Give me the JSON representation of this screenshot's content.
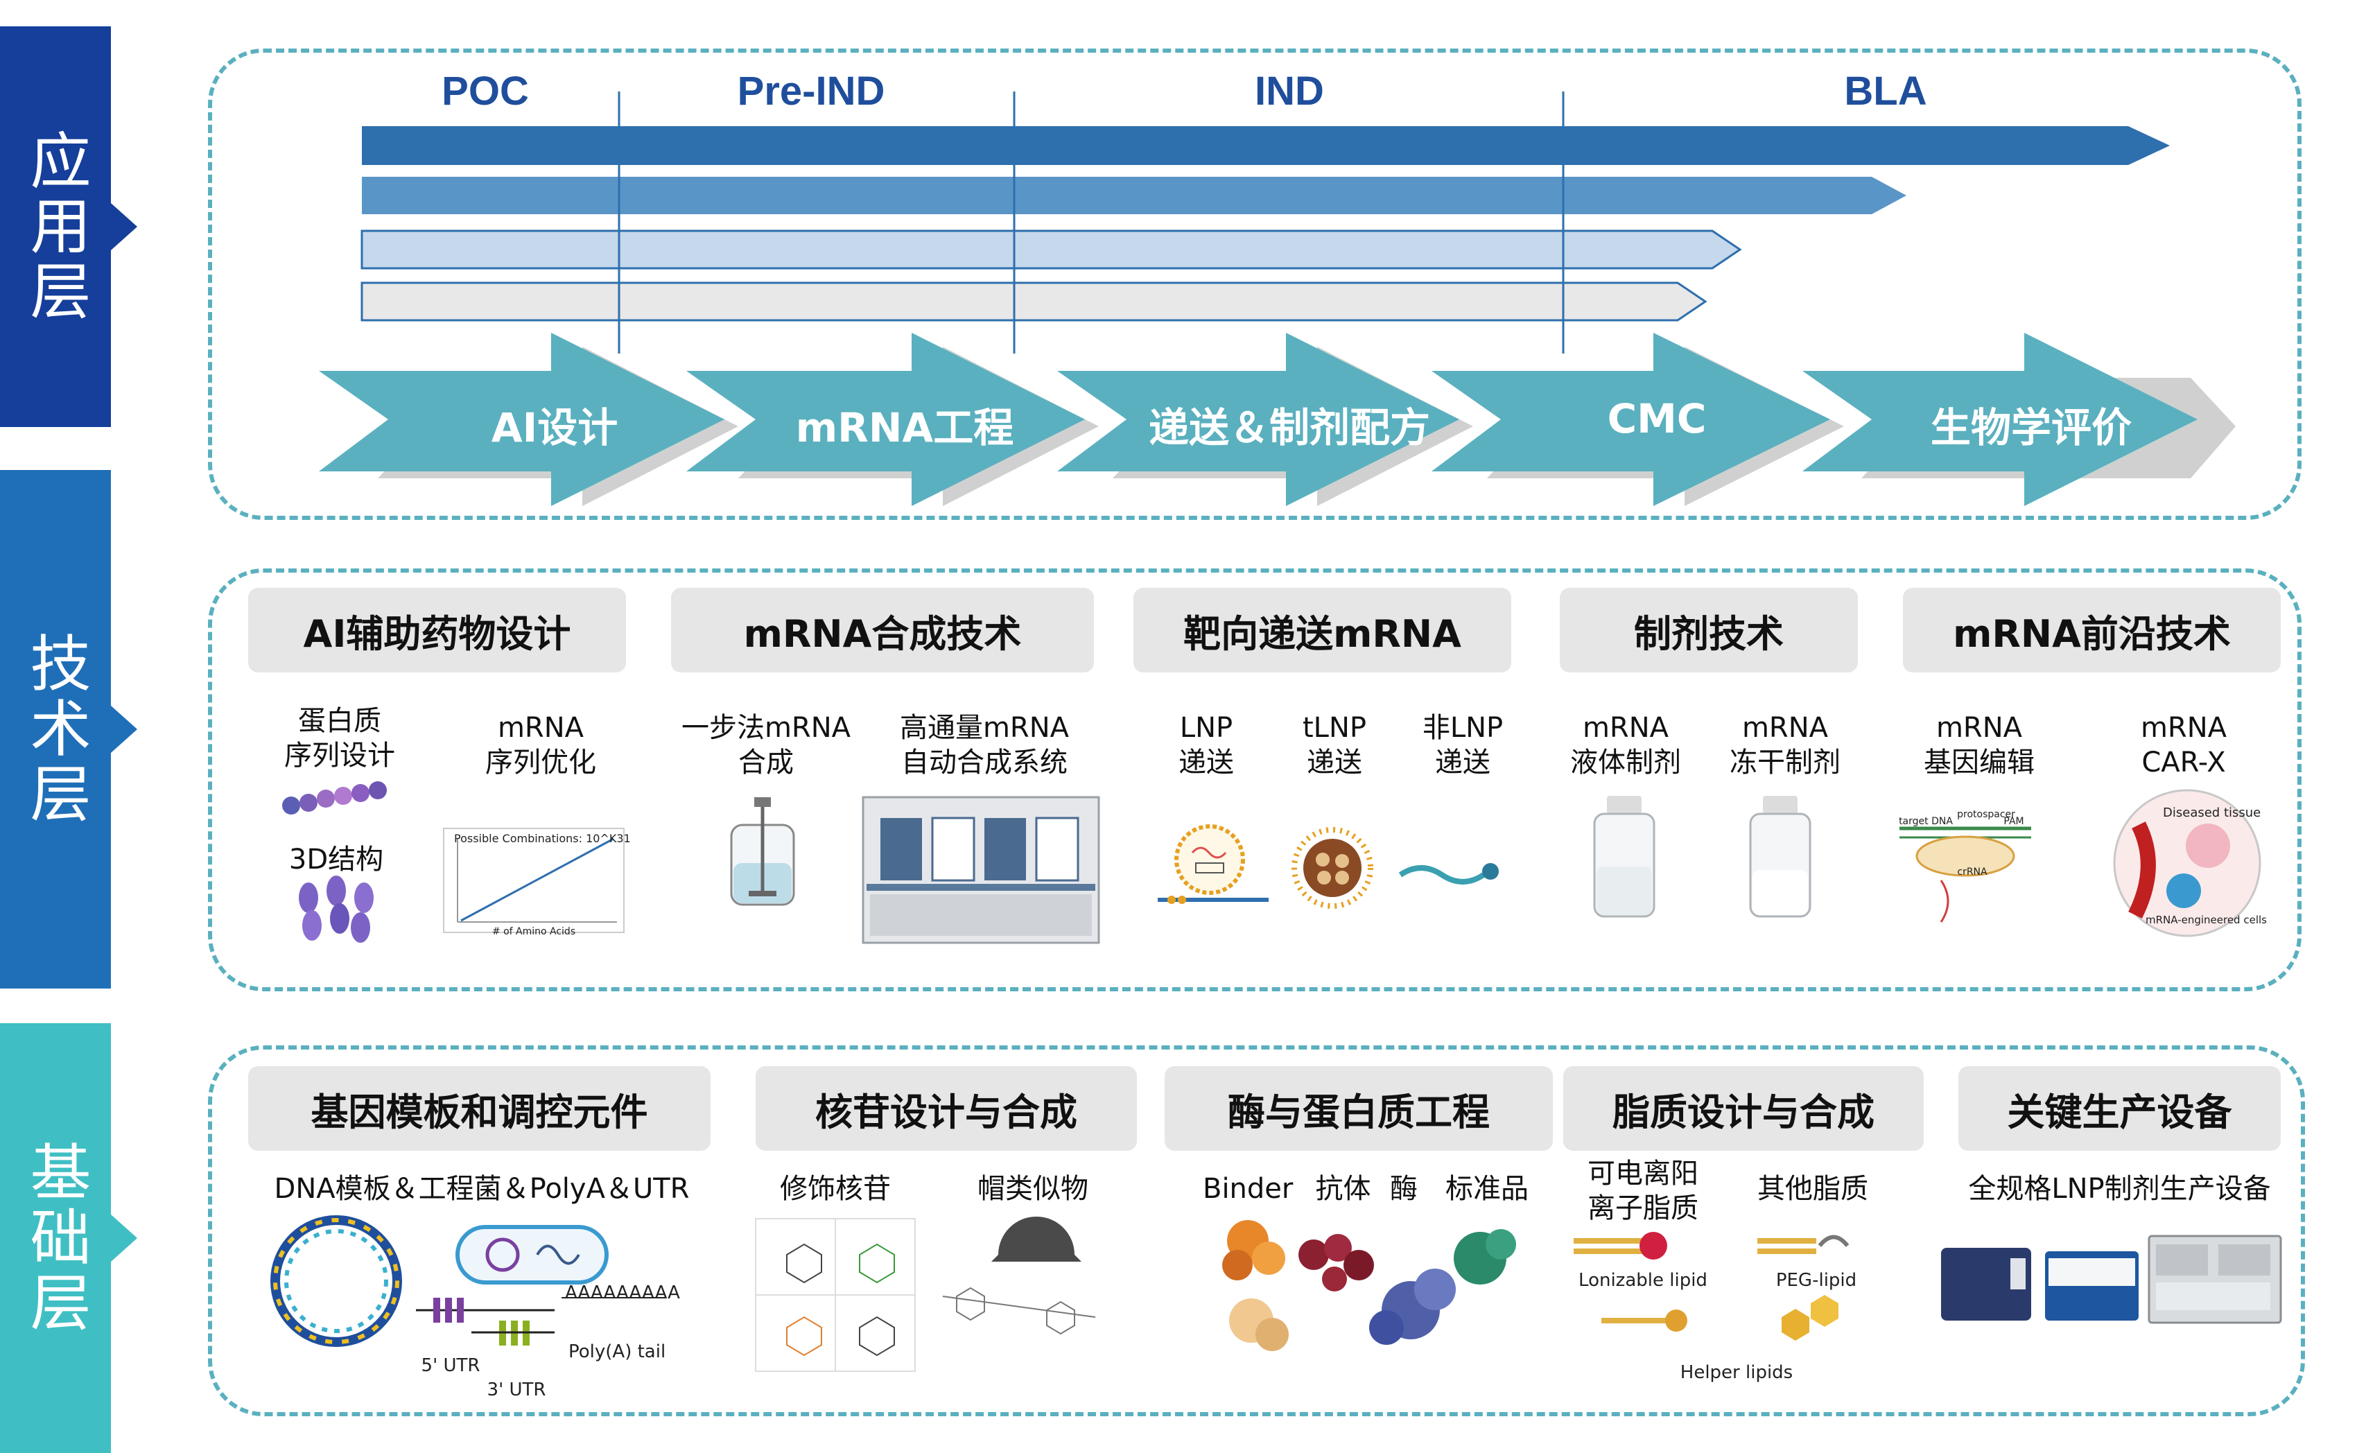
{
  "layers": {
    "application": {
      "label": "应用层",
      "color": "#153f9a"
    },
    "technology": {
      "label": "技术层",
      "color": "#1f6fb8"
    },
    "foundation": {
      "label": "基础层",
      "color": "#3fbfc4"
    }
  },
  "application": {
    "phases": [
      "POC",
      "Pre-IND",
      "IND",
      "BLA"
    ],
    "progress_bars": [
      {
        "end_fraction": 1.0,
        "color": "#2e6fae"
      },
      {
        "end_fraction": 0.856,
        "color": "#5a95c8"
      },
      {
        "end_fraction": 0.762,
        "color": "#c5d8ec"
      },
      {
        "end_fraction": 0.741,
        "color": "#e4e4e4"
      }
    ],
    "stages": [
      "AI设计",
      "mRNA工程",
      "递送＆制剂配方",
      "CMC",
      "生物学评价"
    ],
    "stage_color": "#5ab0bf"
  },
  "technology": {
    "categories": [
      {
        "title": "AI辅助药物设计",
        "items": [
          "蛋白质\n序列设计",
          "mRNA\n序列优化",
          "3D结构"
        ]
      },
      {
        "title": "mRNA合成技术",
        "items": [
          "一步法mRNA\n合成",
          "高通量mRNA\n自动合成系统"
        ]
      },
      {
        "title": "靶向递送mRNA",
        "items": [
          "LNP\n递送",
          "tLNP\n递送",
          "非LNP\n递送"
        ]
      },
      {
        "title": "制剂技术",
        "items": [
          "mRNA\n液体制剂",
          "mRNA\n冻干制剂"
        ]
      },
      {
        "title": "mRNA前沿技术",
        "items": [
          "mRNA\n基因编辑",
          "mRNA\nCAR-X"
        ]
      }
    ],
    "chart_caption": "Possible Combinations: 10^K31",
    "chart_xlabel": "# of Amino Acids",
    "car_caption": "Diseased tissue",
    "car_subcaption": "mRNA-engineered cells",
    "edit_labels": [
      "protospacer",
      "target DNA",
      "PAM",
      "crRNA"
    ]
  },
  "foundation": {
    "categories": [
      {
        "title": "基因模板和调控元件",
        "items": [
          "DNA模板＆工程菌＆PolyA＆UTR"
        ]
      },
      {
        "title": "核苷设计与合成",
        "items": [
          "修饰核苷",
          "帽类似物"
        ]
      },
      {
        "title": "酶与蛋白质工程",
        "items": [
          "Binder",
          "抗体",
          "酶",
          "标准品"
        ]
      },
      {
        "title": "脂质设计与合成",
        "items": [
          "可电离阳\n离子脂质",
          "其他脂质"
        ]
      },
      {
        "title": "关键生产设备",
        "items": [
          "全规格LNP制剂生产设备"
        ]
      }
    ],
    "utr": {
      "five": "5' UTR",
      "three": "3' UTR",
      "polya_seq": "AAAAAAAAA",
      "polya_label": "Poly(A) tail"
    },
    "lipids": {
      "ionizable": "Lonizable lipid",
      "peg": "PEG-lipid",
      "helper": "Helper lipids"
    }
  }
}
